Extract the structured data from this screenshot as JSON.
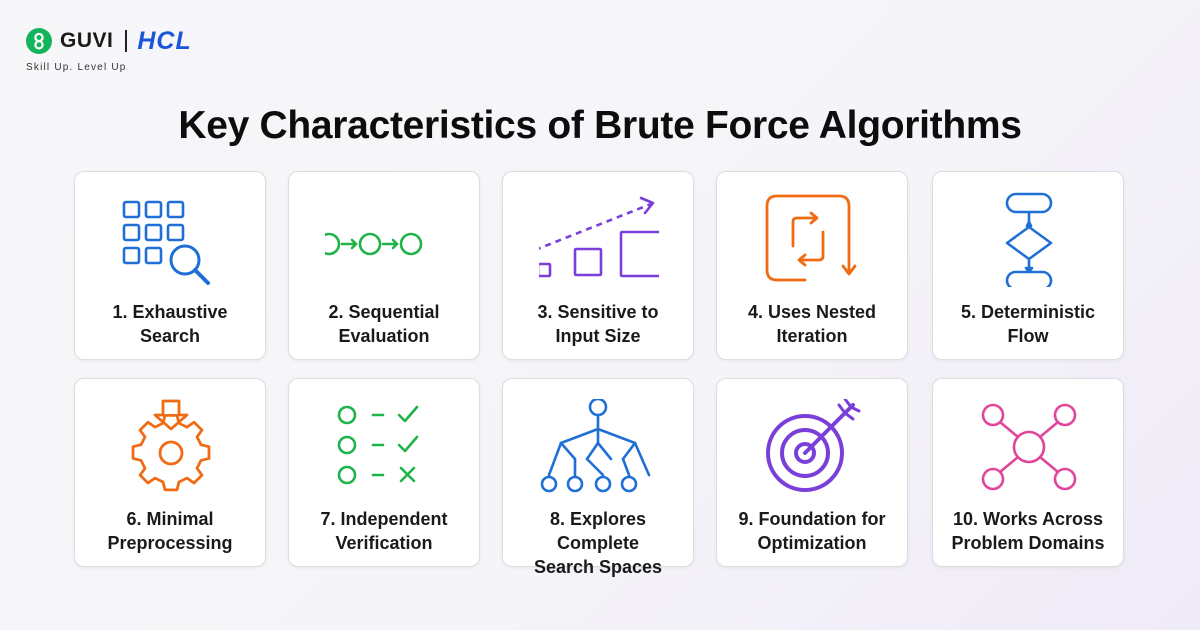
{
  "brand": {
    "guvi": "GUVI",
    "hcl": "HCL",
    "tagline": "Skill Up. Level Up"
  },
  "title": "Key Characteristics of Brute Force Algorithms",
  "colors": {
    "blue": "#1f6fd6",
    "green": "#1fb34a",
    "purple": "#7b3fd9",
    "orange": "#f06b14",
    "pink": "#e0459a"
  },
  "cards": [
    {
      "label_line1": "1. Exhaustive",
      "label_line2": "Search",
      "icon": "grid-magnifier-icon"
    },
    {
      "label_line1": "2. Sequential",
      "label_line2": "Evaluation",
      "icon": "sequence-circles-icon"
    },
    {
      "label_line1": "3. Sensitive to",
      "label_line2": "Input Size",
      "icon": "growing-squares-icon"
    },
    {
      "label_line1": "4. Uses Nested",
      "label_line2": "Iteration",
      "icon": "nested-loop-icon"
    },
    {
      "label_line1": "5. Deterministic",
      "label_line2": "Flow",
      "icon": "flowchart-icon"
    },
    {
      "label_line1": "6. Minimal",
      "label_line2": "Preprocessing",
      "icon": "gear-arrow-icon"
    },
    {
      "label_line1": "7. Independent",
      "label_line2": "Verification",
      "icon": "checklist-icon"
    },
    {
      "label_line1": "8. Explores Complete",
      "label_line2": "Search Spaces",
      "icon": "tree-icon"
    },
    {
      "label_line1": "9. Foundation for",
      "label_line2": "Optimization",
      "icon": "target-icon"
    },
    {
      "label_line1": "10. Works Across",
      "label_line2": "Problem Domains",
      "icon": "network-icon"
    }
  ]
}
